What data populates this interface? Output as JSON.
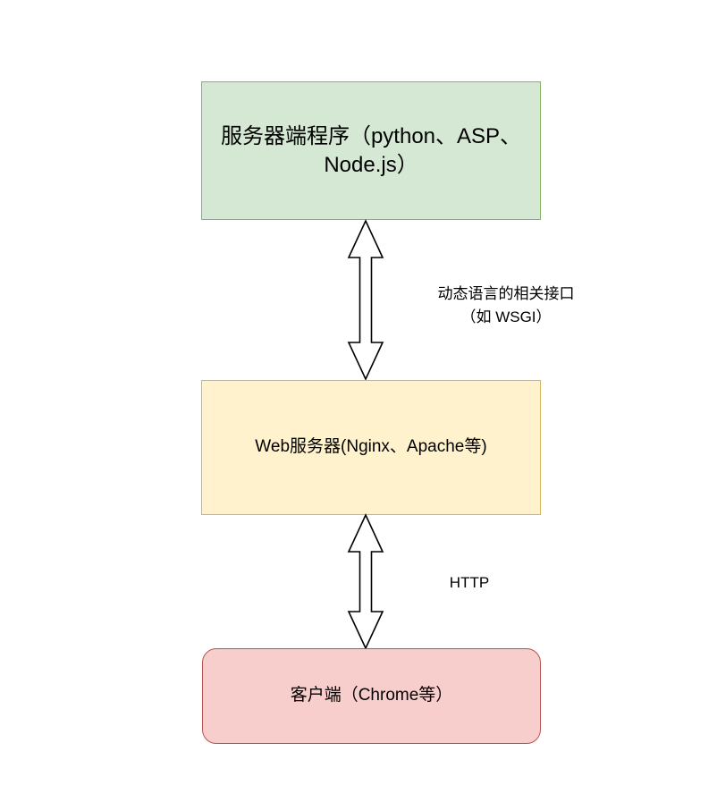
{
  "diagram": {
    "title": "Web architecture stack diagram",
    "background": "#ffffff",
    "nodes": [
      {
        "id": "server",
        "label": "服务器端程序（python、ASP、\nNode.js）",
        "shape": "rectangle",
        "fill": "#d5e8d4",
        "stroke": "#82b366"
      },
      {
        "id": "webserver",
        "label": "Web服务器(Nginx、Apache等)",
        "shape": "rectangle",
        "fill": "#fff2cc",
        "stroke": "#d6b656"
      },
      {
        "id": "client",
        "label": "客户端（Chrome等）",
        "shape": "rounded-rectangle",
        "fill": "#f8cecc",
        "stroke": "#b85450"
      }
    ],
    "edges": [
      {
        "id": "wsgi",
        "from": "server",
        "to": "webserver",
        "label": "动态语言的相关接口\n（如 WSGI）",
        "arrow": "double-headed",
        "stroke": "#000000"
      },
      {
        "id": "http",
        "from": "webserver",
        "to": "client",
        "label": "HTTP",
        "arrow": "double-headed",
        "stroke": "#000000"
      }
    ]
  }
}
